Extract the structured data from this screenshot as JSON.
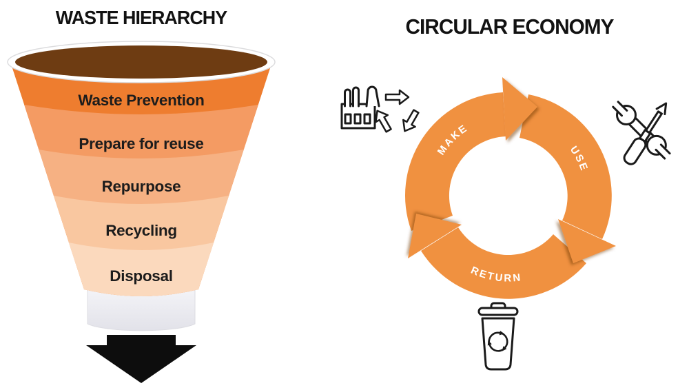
{
  "left_panel": {
    "title": "WASTE HIERARCHY",
    "levels": [
      {
        "label": "Waste Prevention",
        "color": "#EE7D2F"
      },
      {
        "label": "Prepare for reuse",
        "color": "#F49B63"
      },
      {
        "label": "Repurpose",
        "color": "#F6B183"
      },
      {
        "label": "Recycling",
        "color": "#F9C7A0"
      },
      {
        "label": "Disposal",
        "color": "#FBD9BD"
      }
    ],
    "funnel_opening_color": "#6E3C12",
    "funnel_rim_color": "#FFFFFF",
    "stem_color_top": "#F7F7FA",
    "stem_color_bottom": "#E2E2E9",
    "arrow_color": "#0D0D0D"
  },
  "right_panel": {
    "title": "CIRCULAR ECONOMY",
    "ring_color": "#F09140",
    "label_color": "#FFFFFF",
    "icon_color": "#1A1A1A",
    "stages": [
      {
        "label": "MAKE"
      },
      {
        "label": "USE"
      },
      {
        "label": "RETURN"
      }
    ]
  }
}
